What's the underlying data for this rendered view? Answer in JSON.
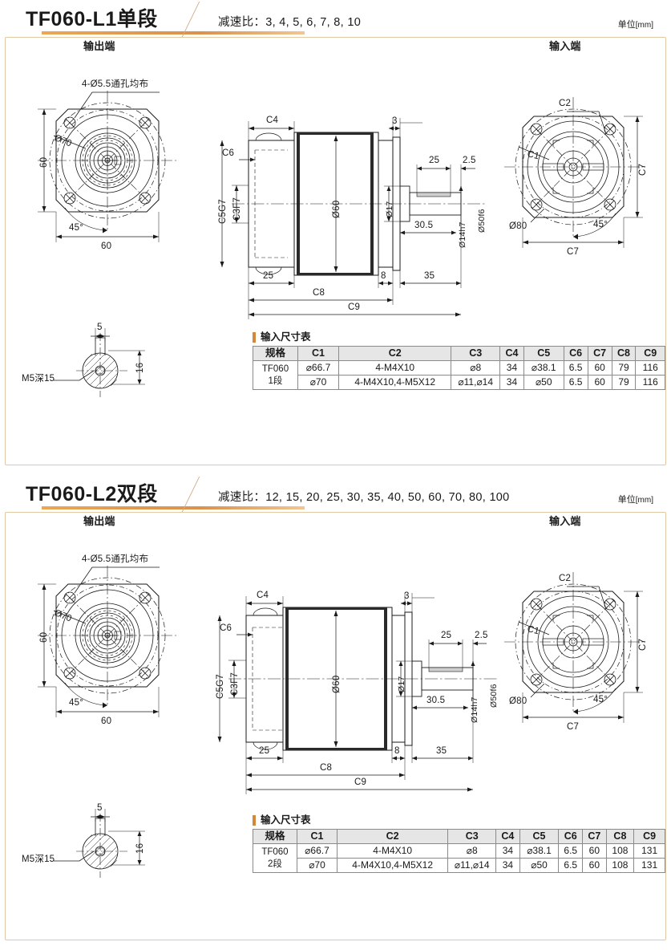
{
  "page": {
    "unit_label": "单位",
    "unit_value": "[mm]",
    "accent_color": "#d4883c",
    "frame_color": "#e2c9a4"
  },
  "sections": [
    {
      "id": "L1",
      "title": "TF060-L1单段",
      "ratio_label": "减速比：",
      "ratio_values": "3, 4, 5, 6, 7, 8, 10",
      "views": {
        "output_end": "输出端",
        "input_end": "输入端"
      },
      "callouts": {
        "thru_holes": "4-Ø5.5通孔均布",
        "pcd70": "Ø70",
        "flange_sq": "60",
        "flange_sq2": "60",
        "angle45": "45°",
        "c5g7": "C5G7",
        "c3f7": "C3F7",
        "c4": "C4",
        "c6": "C6",
        "c8": "C8",
        "c9": "C9",
        "dia60": "Ø60",
        "dia17": "Ø17",
        "len25": "25",
        "len8": "8",
        "len35": "35",
        "top3": "3",
        "key25": "25",
        "key25b": "2.5",
        "len305": "30.5",
        "dia14h7": "Ø14h7",
        "dia50f6": "Ø50f6",
        "c1": "C1",
        "c2": "C2",
        "c7_right": "C7",
        "c7_bottom": "C7",
        "dia80": "Ø80",
        "angle45b": "45°",
        "detail_depth": "M5深15",
        "detail_5": "5",
        "detail_16": "16"
      },
      "table": {
        "caption": "输入尺寸表",
        "headers": [
          "规格",
          "C1",
          "C2",
          "C3",
          "C4",
          "C5",
          "C6",
          "C7",
          "C8",
          "C9"
        ],
        "spec_label_line1": "TF060",
        "spec_label_line2": "1段",
        "rows": [
          [
            "⌀66.7",
            "4-M4X10",
            "⌀8",
            "34",
            "⌀38.1",
            "6.5",
            "60",
            "79",
            "116"
          ],
          [
            "⌀70",
            "4-M4X10,4-M5X12",
            "⌀11,⌀14",
            "34",
            "⌀50",
            "6.5",
            "60",
            "79",
            "116"
          ]
        ]
      }
    },
    {
      "id": "L2",
      "title": "TF060-L2双段",
      "ratio_label": "减速比：",
      "ratio_values": "12, 15, 20, 25, 30, 35, 40, 50, 60, 70, 80, 100",
      "views": {
        "output_end": "输出端",
        "input_end": "输入端"
      },
      "callouts": {
        "thru_holes": "4-Ø5.5通孔均布",
        "pcd70": "Ø70",
        "flange_sq": "60",
        "flange_sq2": "60",
        "angle45": "45°",
        "c5g7": "C5G7",
        "c3f7": "C3F7",
        "c4": "C4",
        "c6": "C6",
        "c8": "C8",
        "c9": "C9",
        "dia60": "Ø60",
        "dia17": "Ø17",
        "len25": "25",
        "len8": "8",
        "len35": "35",
        "top3": "3",
        "key25": "25",
        "key25b": "2.5",
        "len305": "30.5",
        "dia14h7": "Ø14h7",
        "dia50f6": "Ø50f6",
        "c1": "C1",
        "c2": "C2",
        "c7_right": "C7",
        "c7_bottom": "C7",
        "dia80": "Ø80",
        "angle45b": "45°",
        "detail_depth": "M5深15",
        "detail_5": "5",
        "detail_16": "16"
      },
      "table": {
        "caption": "输入尺寸表",
        "headers": [
          "规格",
          "C1",
          "C2",
          "C3",
          "C4",
          "C5",
          "C6",
          "C7",
          "C8",
          "C9"
        ],
        "spec_label_line1": "TF060",
        "spec_label_line2": "2段",
        "rows": [
          [
            "⌀66.7",
            "4-M4X10",
            "⌀8",
            "34",
            "⌀38.1",
            "6.5",
            "60",
            "108",
            "131"
          ],
          [
            "⌀70",
            "4-M4X10,4-M5X12",
            "⌀11,⌀14",
            "34",
            "⌀50",
            "6.5",
            "60",
            "108",
            "131"
          ]
        ]
      }
    }
  ]
}
